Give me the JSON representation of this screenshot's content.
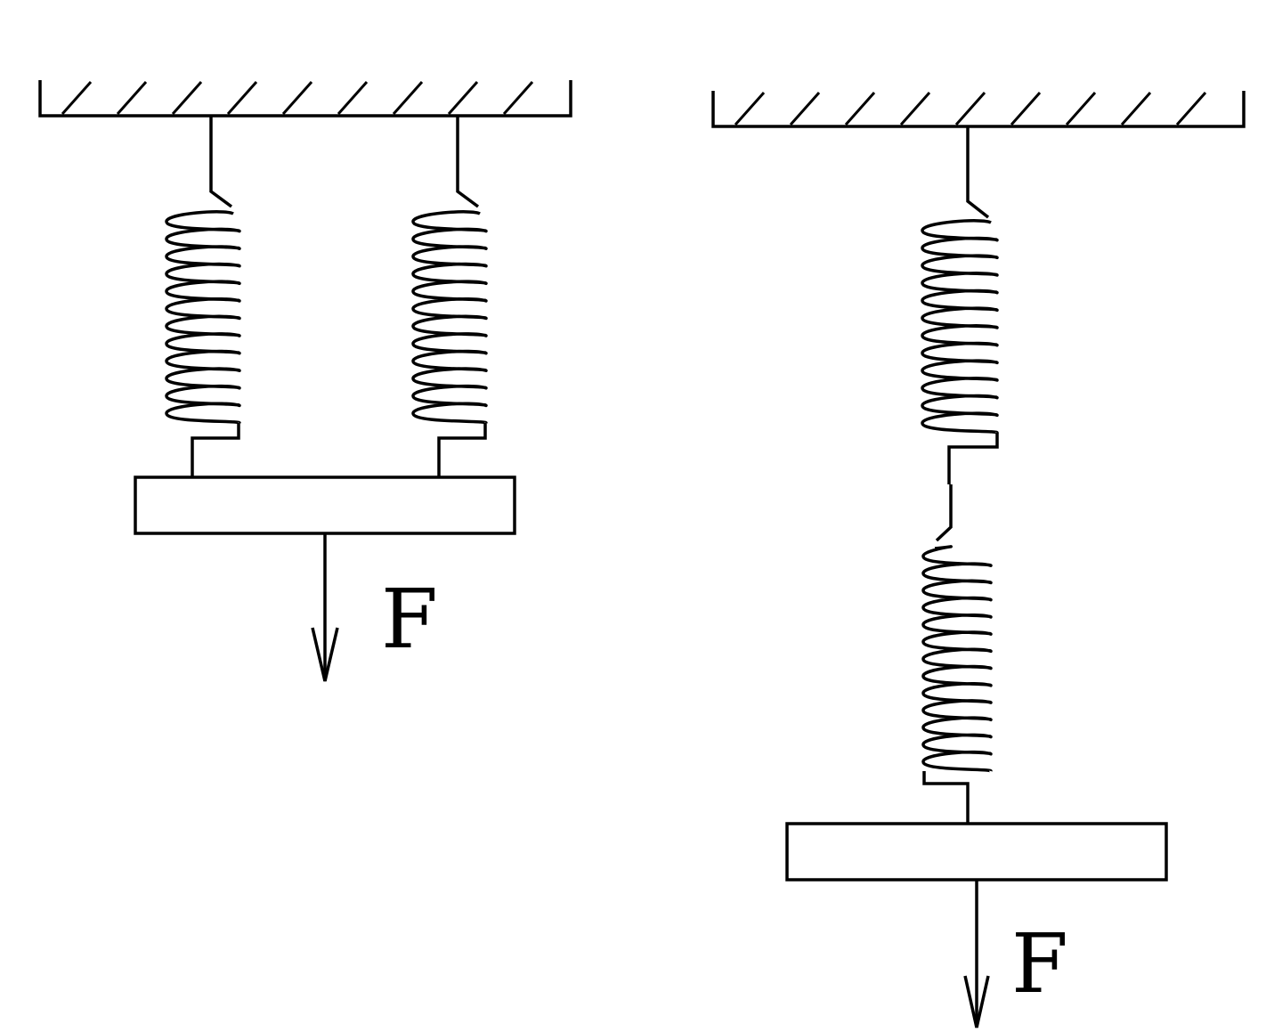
{
  "diagrams": [
    {
      "id": "parallel",
      "force_label": "F"
    },
    {
      "id": "series",
      "force_label": "F"
    }
  ],
  "colors": {
    "line": "#000000",
    "background": "#ffffff"
  }
}
